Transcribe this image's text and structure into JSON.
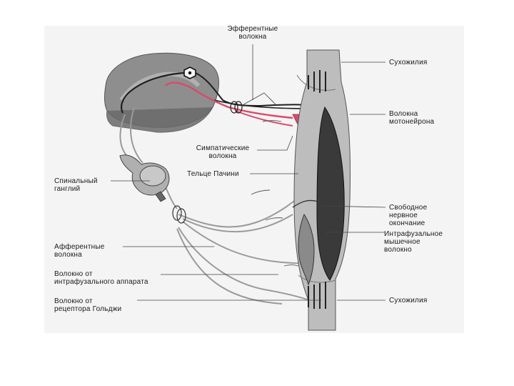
{
  "labels": {
    "efferent": [
      "Эфферентные",
      "волокна"
    ],
    "tendon_top": "Сухожилия",
    "motoneuron": [
      "Волокна",
      "мотонейрона"
    ],
    "sympathetic": [
      "Симпатические",
      "волокна"
    ],
    "pacini": "Тельце Пачини",
    "spinal_ganglion": [
      "Спинальный",
      "ганглий"
    ],
    "free_ending": [
      "Свободное",
      "нервное",
      "окончание"
    ],
    "intrafusal": [
      "Интрафузальное",
      "мышечное",
      "волокно"
    ],
    "afferent": [
      "Афферентные",
      "волокна"
    ],
    "intrafusal_apparatus_fiber": [
      "Волокно от",
      "интрафузального аппарата"
    ],
    "golgi_fiber": [
      "Волокно от",
      "рецептора Гольджи"
    ],
    "tendon_bottom": "Сухожилия"
  },
  "colors": {
    "background": "#f4f4f4",
    "spinal_cord": "#8e8e8e",
    "spinal_cord_dark": "#6a6a6a",
    "nerve_gray": "#9a9a9a",
    "nerve_dark": "#2a2a2a",
    "sympathetic_red": "#d94a6a",
    "muscle": "#3a3a3a",
    "tendon": "#bdbdbd",
    "leader": "#444444"
  },
  "icons": {
    "neuron": "motoneuron-body-icon",
    "ganglion": "ganglion-icon",
    "pacini": "spiral-corpuscle-icon"
  }
}
